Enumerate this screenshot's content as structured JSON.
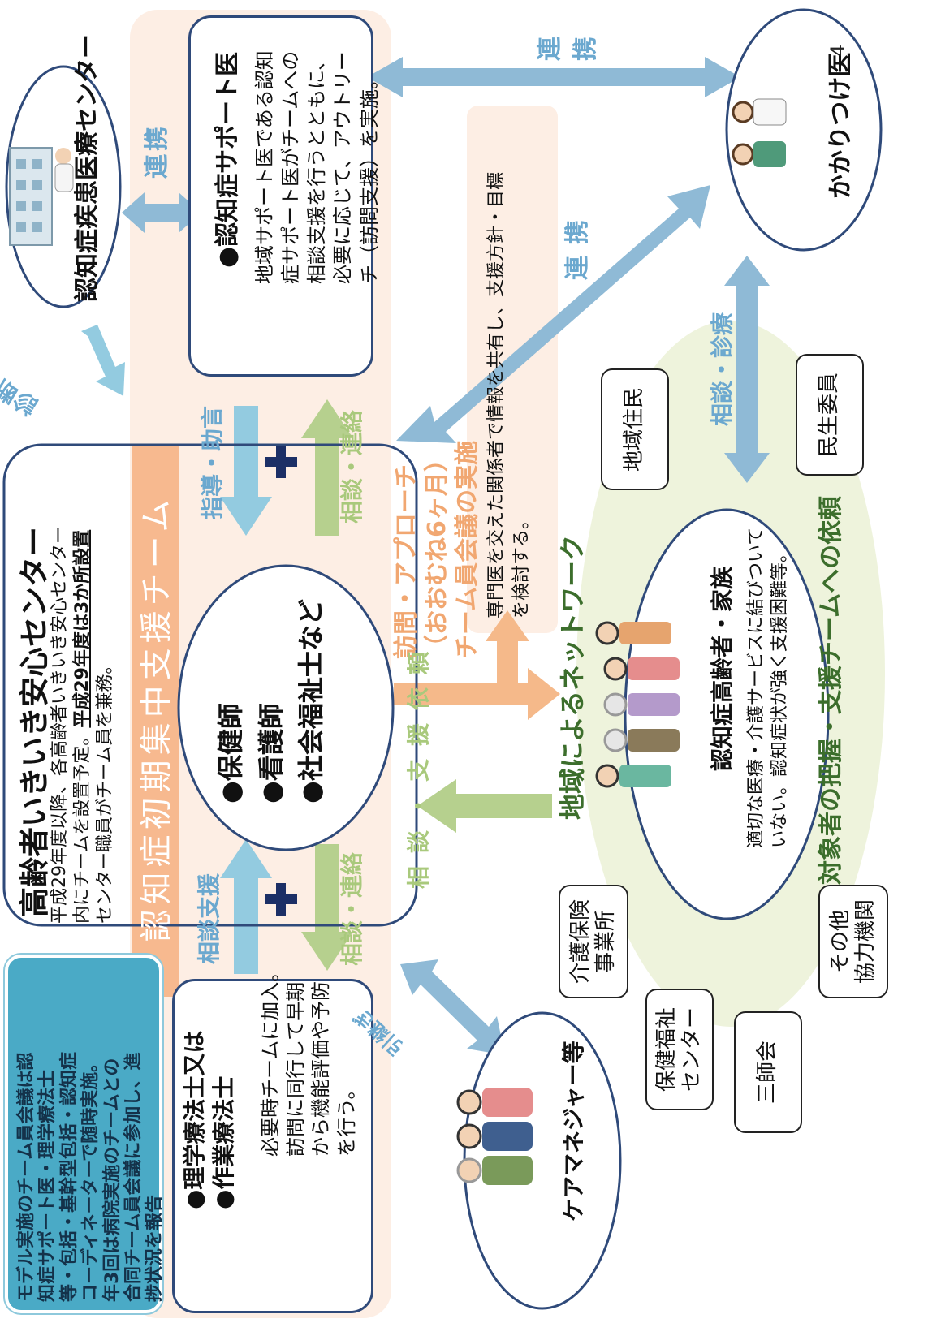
{
  "page_number": "4",
  "team_banner": "認知症初期集中支援チーム",
  "center": {
    "title": "高齢者いきいき安心センター",
    "lines": [
      "平成29年度以降、各高齢者いきいき安心センター",
      "内にチームを設置予定。",
      "平成29年度は3か所設置",
      "センター職員がチーム員を兼務。"
    ]
  },
  "members": [
    "●保健師",
    "●看護師",
    "●社会福祉士など"
  ],
  "hospital_label": "認知症疾患医療センター",
  "support_doctor": {
    "title": "●認知症サポート医",
    "lines": [
      "地域サポート医である認知",
      "症サポート医がチームへの",
      "相談支援を行うとともに、",
      "必要に応じて、アウトリー",
      "チ（訪問支援）を実施。"
    ]
  },
  "therapist": {
    "title_1": "●理学療法士又は",
    "title_2": "●作業療法士",
    "lines": [
      "必要時チームに加入。",
      "訪問に同行して早期",
      "から機能評価や予防",
      "を行う。"
    ]
  },
  "model_note": {
    "lines": [
      "モデル実施のチーム員会議は認",
      "知症サポート医・理学療法士",
      "等・包括・基幹型包括・認知症",
      "コーディネーターで随時実施。",
      "年3回は病院実施のチームとの",
      "合同チーム員会議に参加し、進",
      "捗状況を報告"
    ]
  },
  "family_doctor": "かかりつけ医",
  "care_manager": "ケアマネジャー等",
  "elderly": {
    "title": "認知症高齢者・家族",
    "lines": [
      "適切な医療・介護サービスに結びついて",
      "いない。認知症状が強く支援困難等。"
    ]
  },
  "network_label": "地域によるネットワーク",
  "referral_label": "対象者の把握・支援チームへの依頼",
  "visit": {
    "title_1": "訪問・アプローチ",
    "title_2": "（おおむね6ヶ月）",
    "title_3": "チーム員会議の実施",
    "lines": [
      "専門医を交えた関係者で情報を共有し、支援方針・目標",
      "を検討する。"
    ]
  },
  "org_boxes": {
    "kaigo": [
      "介護保険",
      "事業所"
    ],
    "hoken": [
      "保健福祉",
      "センター"
    ],
    "sanshikai": [
      "三師会"
    ],
    "sonota": [
      "その他",
      "協力機関"
    ],
    "jumin": [
      "地域住民"
    ],
    "minsei": [
      "民生委員"
    ]
  },
  "arrow_labels": {
    "renkei_top": "連携",
    "renkei_mid": "連携",
    "renkei_left": "連携",
    "shindan": "診断・助言",
    "shido": "指導・助言",
    "sodan_renraku_top": "相談・連絡",
    "sodan_shien": "相談支援",
    "sodan_renraku_bottom": "相談・連絡",
    "sodan_shinryo": "相談・診療",
    "sodan_shien_irai": "相談・支援依頼",
    "hikitsugi": "引継ぎ"
  },
  "colors": {
    "team_banner": "#f7b98f",
    "outline": "#2f4a7a",
    "blue_arrow": "#8fbad6",
    "green_arrow": "#b6d08e",
    "orange_arrow": "#f5b98a",
    "network_bg": "#eef3dc",
    "note_bg": "#4aaac6"
  }
}
